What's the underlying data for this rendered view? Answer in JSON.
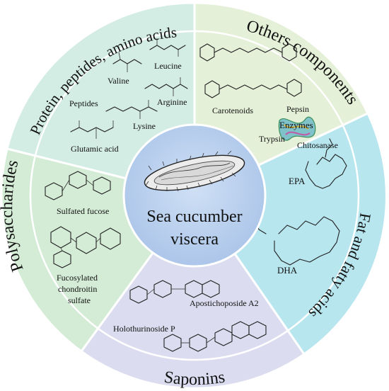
{
  "center": {
    "line1": "Sea cucumber",
    "line2": "viscera"
  },
  "sectors": {
    "protein": {
      "title": "Protein, peptides, amino acids",
      "fill": "#d3ece4",
      "labels": [
        "Leucine",
        "Valine",
        "Arginine",
        "Peptides",
        "Lysine",
        "Glutamic acid"
      ]
    },
    "others": {
      "title": "Others components",
      "fill": "#e4f0d7",
      "labels": [
        "Carotenoids",
        "Pepsin",
        "Enzymes",
        "Trypsin",
        "Chitosanase"
      ]
    },
    "fat": {
      "title": "Fat and fatty acids",
      "fill": "#b7e6ef",
      "labels": [
        "EPA",
        "DHA"
      ]
    },
    "saponins": {
      "title": "Saponins",
      "fill": "#dcdcf0",
      "labels": [
        "Apostichoposide A2",
        "Holothurinoside P"
      ]
    },
    "polysaccharides": {
      "title": "Polysaccharides",
      "fill": "#d4ecd6",
      "labels": [
        "Sulfated fucose",
        "Fucosylated",
        "chondroitin",
        "sulfate"
      ]
    }
  },
  "colors": {
    "ring_outer": "#ffffff",
    "center_fill": "#bcd2ee"
  }
}
